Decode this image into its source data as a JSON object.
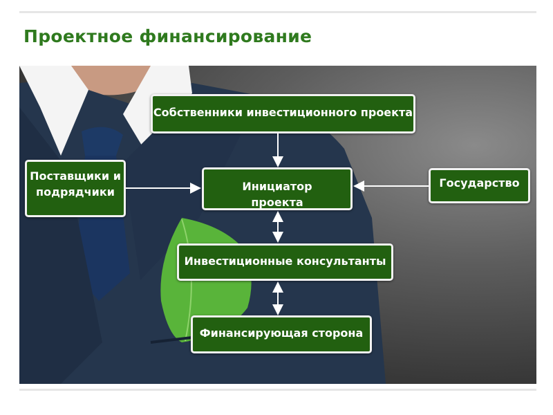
{
  "slide": {
    "title": "Проектное финансирование"
  },
  "diagram": {
    "owners": "Собственники инвестиционного проекта",
    "suppliers": "Поставщики и подрядчики",
    "initiator": "Инициатор проекта",
    "state": "Государство",
    "consultants": "Инвестиционные консультанты",
    "financing": "Финансирующая сторона"
  },
  "colors": {
    "title": "#2f7a1e",
    "box_fill": "#226010",
    "box_border": "#f2f2f2",
    "arrow": "#ffffff"
  }
}
